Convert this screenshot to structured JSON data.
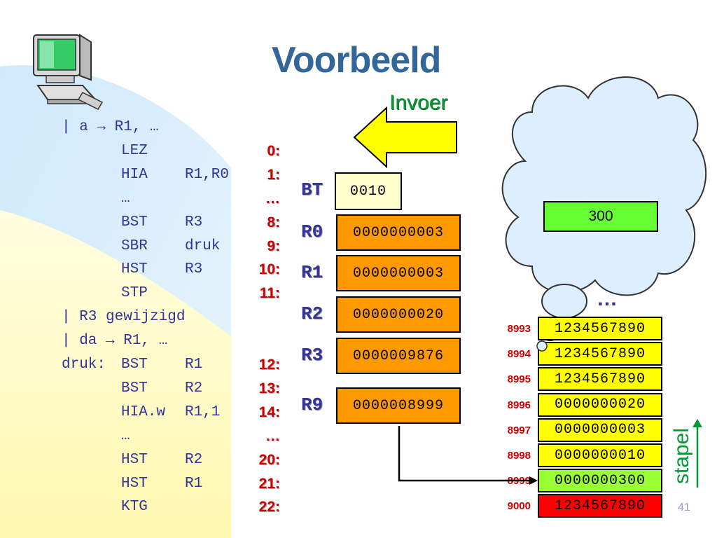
{
  "title": "Voorbeeld",
  "code": [
    {
      "num": "",
      "label": "",
      "instr": "",
      "operand": "",
      "comment": "| a → R1, …"
    },
    {
      "num": "0:",
      "label": "",
      "instr": "LEZ",
      "operand": "",
      "comment": ""
    },
    {
      "num": "1:",
      "label": "",
      "instr": "HIA",
      "operand": "R1,R0",
      "comment": ""
    },
    {
      "num": "…",
      "label": "",
      "instr": "…",
      "operand": "",
      "comment": ""
    },
    {
      "num": "8:",
      "label": "",
      "instr": "BST",
      "operand": "R3",
      "comment": ""
    },
    {
      "num": "9:",
      "label": "",
      "instr": "SBR",
      "operand": "druk",
      "comment": ""
    },
    {
      "num": "10:",
      "label": "",
      "instr": "HST",
      "operand": "R3",
      "comment": ""
    },
    {
      "num": "11:",
      "label": "",
      "instr": "STP",
      "operand": "",
      "comment": ""
    },
    {
      "num": "",
      "label": "",
      "instr": "",
      "operand": "",
      "comment": "| R3 gewijzigd"
    },
    {
      "num": "",
      "label": "",
      "instr": "",
      "operand": "",
      "comment": "| da → R1, …"
    },
    {
      "num": "12:",
      "label": "druk:",
      "instr": "BST",
      "operand": "R1",
      "comment": ""
    },
    {
      "num": "13:",
      "label": "",
      "instr": "BST",
      "operand": "R2",
      "comment": ""
    },
    {
      "num": "14:",
      "label": "",
      "instr": "HIA.w",
      "operand": "R1,1",
      "comment": ""
    },
    {
      "num": "…",
      "label": "",
      "instr": "…",
      "operand": "",
      "comment": ""
    },
    {
      "num": "20:",
      "label": "",
      "instr": "HST",
      "operand": "R2",
      "comment": ""
    },
    {
      "num": "21:",
      "label": "",
      "instr": "HST",
      "operand": "R1",
      "comment": ""
    },
    {
      "num": "22:",
      "label": "",
      "instr": "KTG",
      "operand": "",
      "comment": ""
    }
  ],
  "input_label": "Invoer",
  "registers": [
    {
      "name": "BT",
      "value": "0010"
    },
    {
      "name": "R0",
      "value": "0000000003"
    },
    {
      "name": "R1",
      "value": "0000000003"
    },
    {
      "name": "R2",
      "value": "0000000020"
    },
    {
      "name": "R3",
      "value": "0000009876"
    },
    {
      "name": "R9",
      "value": "0000008999"
    }
  ],
  "cloud_value": "300",
  "ellipsis": "…",
  "memory": [
    {
      "addr": "8993",
      "value": "1234567890",
      "state": "normal"
    },
    {
      "addr": "8994",
      "value": "1234567890",
      "state": "normal"
    },
    {
      "addr": "8995",
      "value": "1234567890",
      "state": "normal"
    },
    {
      "addr": "8996",
      "value": "0000000020",
      "state": "normal"
    },
    {
      "addr": "8997",
      "value": "0000000003",
      "state": "normal"
    },
    {
      "addr": "8998",
      "value": "0000000010",
      "state": "normal"
    },
    {
      "addr": "8999",
      "value": "0000000300",
      "state": "top"
    },
    {
      "addr": "9000",
      "value": "1234567890",
      "state": "bottom"
    }
  ],
  "stack_label": "stapel",
  "page_number": "41",
  "colors": {
    "title": "#336699",
    "register": "#ff9900",
    "memory": "#ffff00",
    "top": "#99ff33",
    "bottom": "#ff0000",
    "green_text": "#009933"
  },
  "icons": {
    "computer": "computer-icon"
  }
}
